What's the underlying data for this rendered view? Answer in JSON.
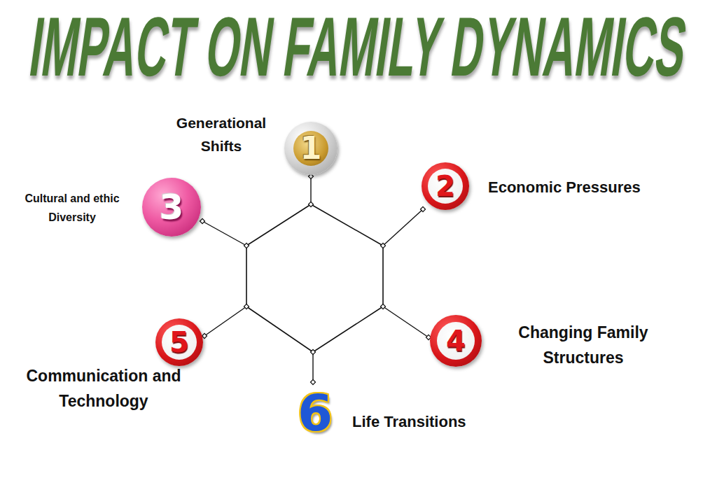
{
  "diagram": {
    "title": "IMPACT ON FAMILY DYNAMICS",
    "nodes": [
      {
        "text": [
          "1",
          "Generational Shifts"
        ]
      },
      {
        "text": [
          "2",
          "Economic Pressures"
        ]
      },
      {
        "text": [
          "3",
          "Cultural and ethic Diversity"
        ]
      },
      {
        "text": [
          "4",
          "Changing Family Structures"
        ]
      },
      {
        "text": [
          "5",
          "Communication and Technology"
        ]
      },
      {
        "text": [
          "6",
          "Life Transitions"
        ]
      }
    ]
  }
}
